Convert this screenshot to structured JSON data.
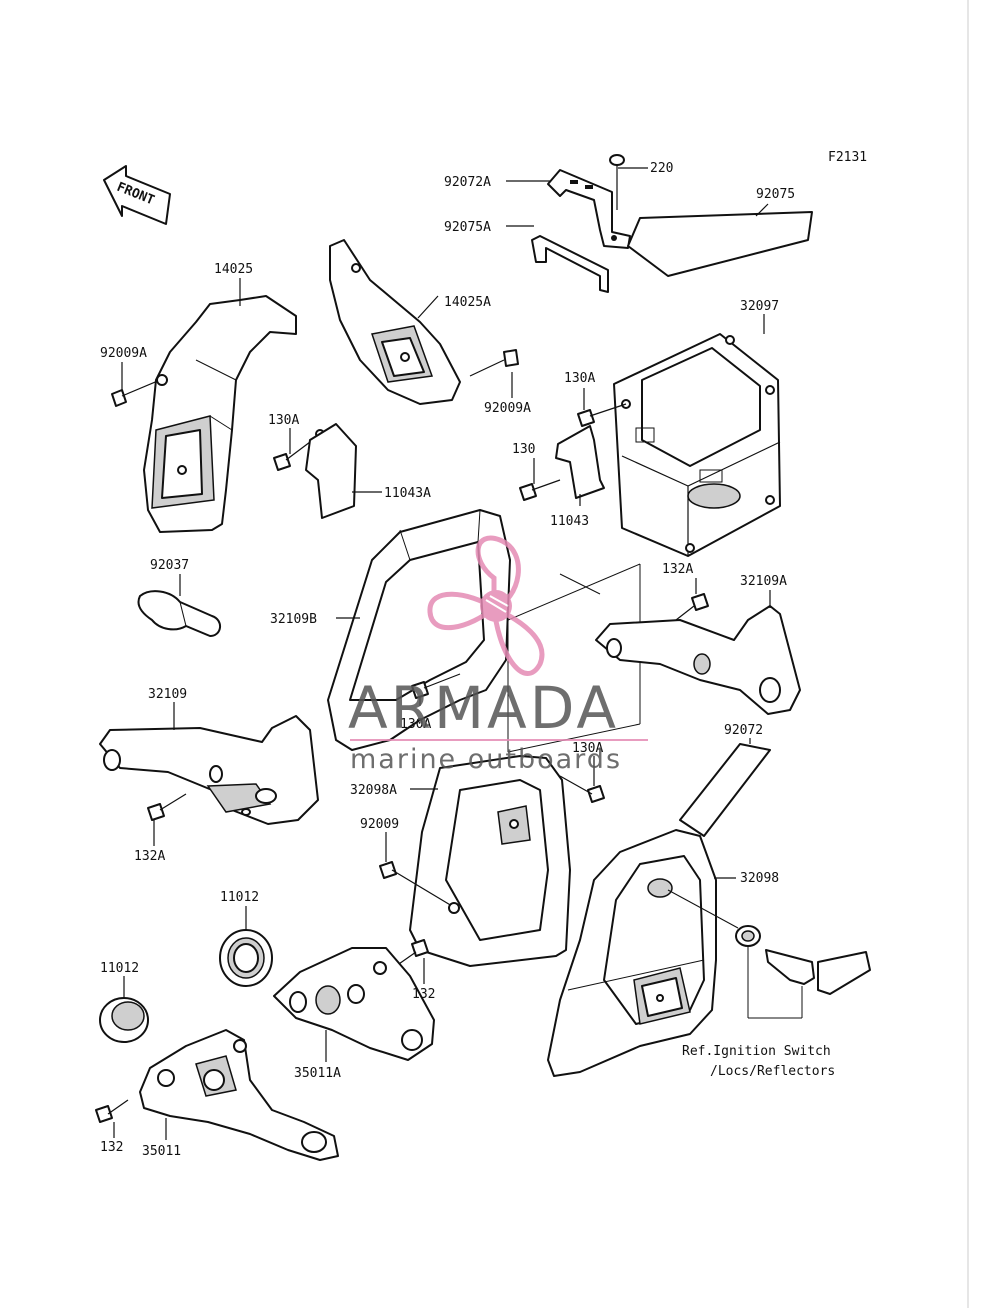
{
  "figure_code": "F2131",
  "front_arrow_label": "FRONT",
  "watermark": {
    "brand": "ARMADA",
    "tagline": "marine outboards"
  },
  "parts": [
    "92072A",
    "220",
    "92075",
    "92075A",
    "14025",
    "14025A",
    "32097",
    "92009A",
    "92009A",
    "130A",
    "130A",
    "130",
    "11043A",
    "11043",
    "92037",
    "32109B",
    "132A",
    "32109A",
    "32109",
    "130A",
    "130A",
    "92072",
    "32098A",
    "92009",
    "132A",
    "32098",
    "11012",
    "11012",
    "132",
    "35011A",
    "132",
    "35011"
  ],
  "reference_note": [
    "Ref.Ignition Switch",
    "/Locs/Reflectors"
  ]
}
